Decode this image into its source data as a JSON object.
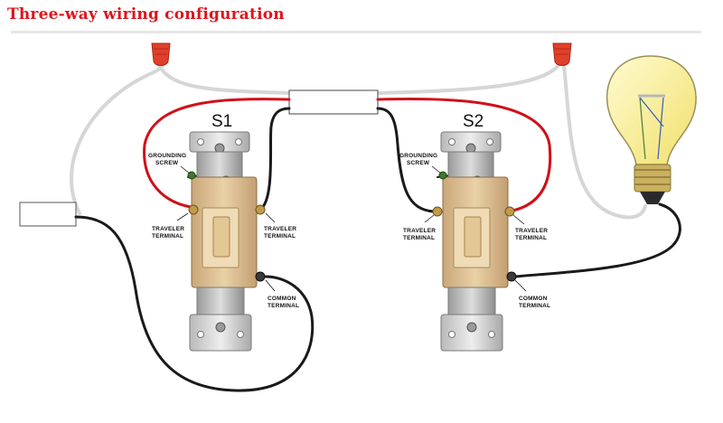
{
  "title": "Three-way wiring configuration",
  "switches": [
    {
      "name": "S1",
      "labels": {
        "grounding_1": "GROUNDING",
        "grounding_2": "SCREW",
        "traveler_left_1": "TRAVELER",
        "traveler_left_2": "TERMINAL",
        "traveler_right_1": "TRAVELER",
        "traveler_right_2": "TERMINAL",
        "common_1": "COMMON",
        "common_2": "TERMINAL"
      }
    },
    {
      "name": "S2",
      "labels": {
        "grounding_1": "GROUNDING",
        "grounding_2": "SCREW",
        "traveler_left_1": "TRAVELER",
        "traveler_left_2": "TERMINAL",
        "traveler_right_1": "TRAVELER",
        "traveler_right_2": "TERMINAL",
        "common_1": "COMMON",
        "common_2": "TERMINAL"
      }
    }
  ],
  "colors": {
    "title": "#e0141b",
    "traveler_wire": "#d0101a",
    "hot_wire": "#1a1a1a",
    "neutral_wire": "#d8d8d8",
    "wire_nut": "#e0402a",
    "bulb": "#fbf3a0"
  }
}
